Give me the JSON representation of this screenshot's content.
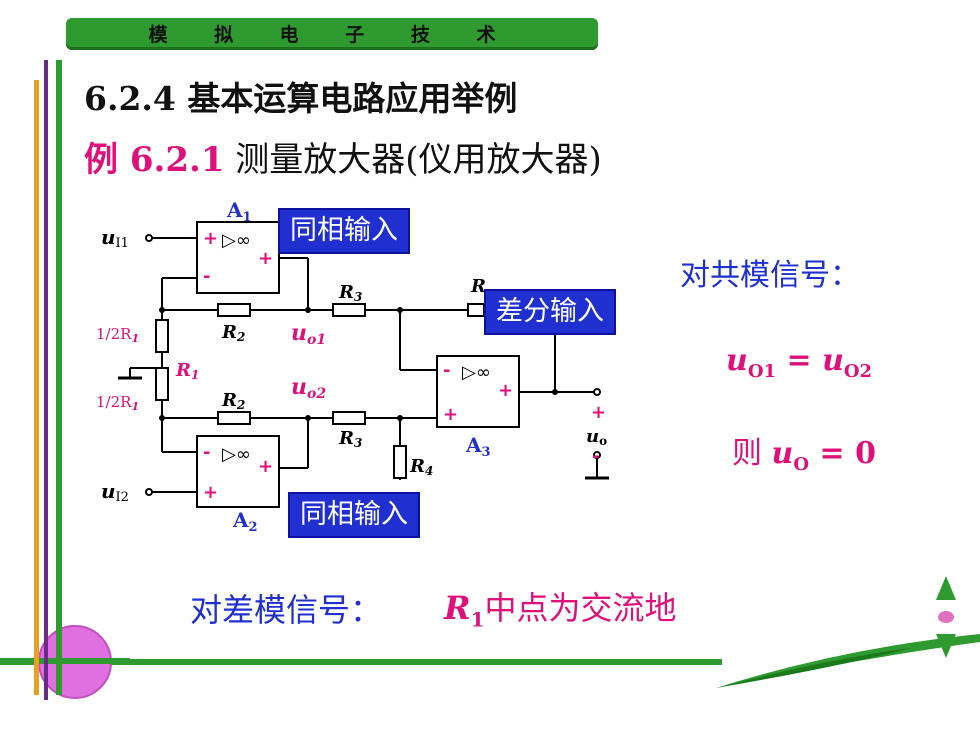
{
  "header": {
    "text": "模 拟 电 子 技 术"
  },
  "title": "6.2.4 基本运算电路应用举例",
  "example": {
    "label": "例 6.2.1",
    "text": "测量放大器(仪用放大器)"
  },
  "circuit": {
    "callouts": {
      "top_input": "同相输入",
      "diff_input": "差分输入",
      "bottom_input": "同相输入"
    },
    "opamps": {
      "a1": "A",
      "a1_sub": "1",
      "a2": "A",
      "a2_sub": "2",
      "a3": "A",
      "a3_sub": "3",
      "symbol": "▷∞"
    },
    "inputs": {
      "ui1": "u",
      "ui1_sub": "I1",
      "ui2": "u",
      "ui2_sub": "I2"
    },
    "resistors": {
      "r1_half_top": "1/2R",
      "r1_half_top_sub": "1",
      "r1_half_bottom": "1/2R",
      "r1_half_bottom_sub": "1",
      "r1": "R",
      "r1_sub": "1",
      "r2_top": "R",
      "r2_top_sub": "2",
      "r2_bottom": "R",
      "r2_bottom_sub": "2",
      "r3_top": "R",
      "r3_top_sub": "3",
      "r3_bottom": "R",
      "r3_bottom_sub": "3",
      "r4": "R",
      "r4_sub": "4",
      "r4_top_partial": "R"
    },
    "nodes": {
      "uo1": "u",
      "uo1_sub": "o1",
      "uo2": "u",
      "uo2_sub": "o2",
      "uo": "u",
      "uo_sub": "o"
    },
    "signs": {
      "plus": "+",
      "minus": "-"
    }
  },
  "common_mode": {
    "heading": "对共模信号：",
    "eq1": {
      "left": "u",
      "left_sub": "O1",
      "mid": " = ",
      "right": "u",
      "right_sub": "O2"
    },
    "eq2": {
      "prefix": "则 ",
      "var": "u",
      "var_sub": "O",
      "rest": " = 0"
    }
  },
  "diff_mode": {
    "heading": "对差模信号：",
    "r": "R",
    "r_sub": "1",
    "text": "中点为交流地"
  },
  "colors": {
    "green": "#2f9a2f",
    "pink": "#e0107a",
    "blue": "#1f2fd0",
    "orange": "#e8a020",
    "purple": "#6a2a8a"
  }
}
